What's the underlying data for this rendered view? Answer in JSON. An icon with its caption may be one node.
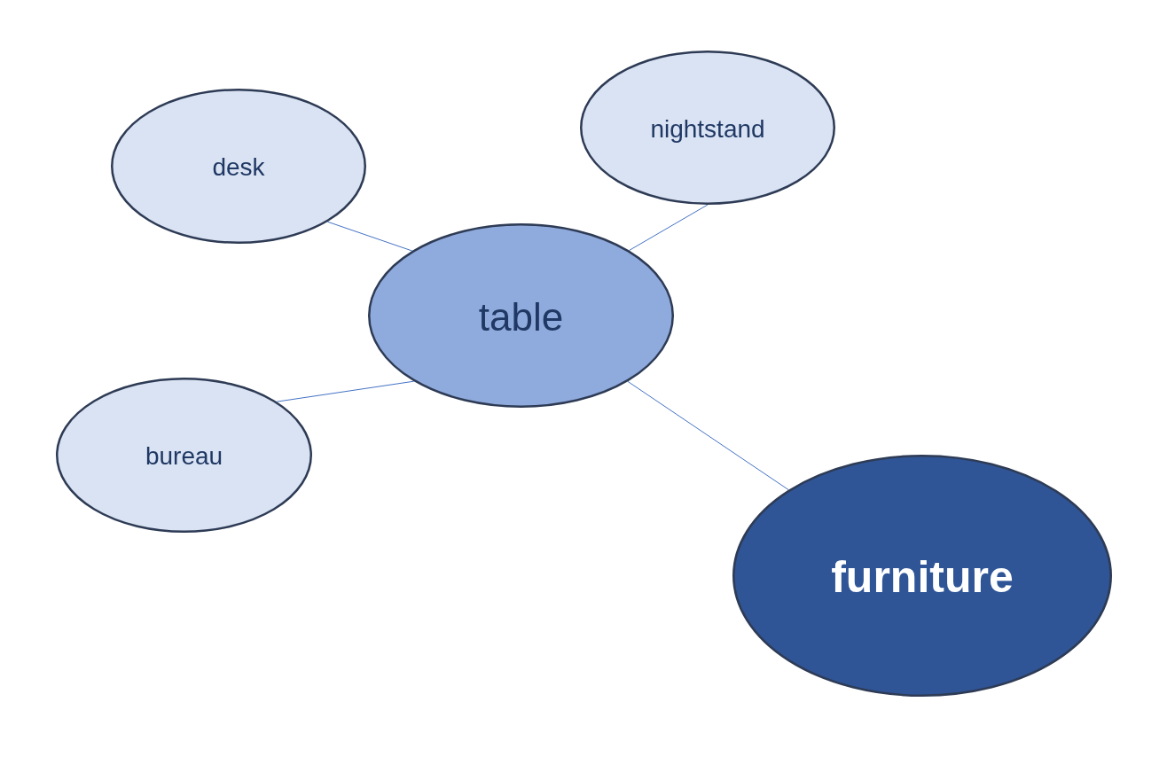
{
  "diagram": {
    "nodes": [
      {
        "text": [
          "desk"
        ]
      },
      {
        "text": [
          "nightstand"
        ]
      },
      {
        "text": [
          "table"
        ]
      },
      {
        "text": [
          "bureau"
        ]
      },
      {
        "text": [
          "furniture"
        ]
      }
    ],
    "edges": [
      {
        "from": 0,
        "to": 2,
        "arrow": "none"
      },
      {
        "from": 1,
        "to": 2,
        "arrow": "none"
      },
      {
        "from": 3,
        "to": 2,
        "arrow": "none"
      },
      {
        "from": 2,
        "to": 4,
        "arrow": "none"
      }
    ]
  }
}
